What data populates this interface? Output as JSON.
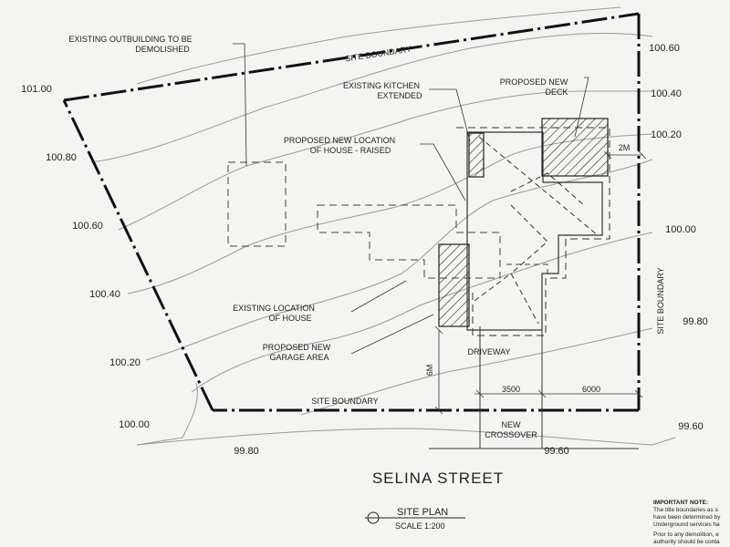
{
  "labels": {
    "site_boundary_top": "SITE BOUNDARY",
    "site_boundary_bottom": "SITE BOUNDARY",
    "site_boundary_right": "SITE BOUNDARY",
    "outbuilding_line1": "EXISTING OUTBUILDING TO BE",
    "outbuilding_line2": "DEMOLISHED",
    "kitchen_line1": "EXISTING KITCHEN",
    "kitchen_line2": "EXTENDED",
    "deck_line1": "PROPOSED NEW",
    "deck_line2": "DECK",
    "new_location_line1": "PROPOSED NEW LOCATION",
    "new_location_line2": "OF HOUSE - RAISED",
    "existing_location_line1": "EXISTING LOCATION",
    "existing_location_line2": "OF HOUSE",
    "garage_line1": "PROPOSED NEW",
    "garage_line2": "GARAGE AREA",
    "driveway": "DRIVEWAY",
    "crossover_line1": "NEW",
    "crossover_line2": "CROSSOVER",
    "dim_2m": "2M",
    "dim_6m": "6M",
    "dim_3500": "3500",
    "dim_6000": "6000"
  },
  "levels": {
    "l101_00": "101.00",
    "l100_80": "100.80",
    "l100_60_left": "100.60",
    "l100_40_left": "100.40",
    "l100_20_left": "100.20",
    "l100_00_left": "100.00",
    "l99_80_bottom": "99.80",
    "l99_60_bottom": "99.60",
    "l99_60_right": "99.60",
    "l99_80_right": "99.80",
    "l100_00_right": "100.00",
    "l100_20_right": "100.20",
    "l100_40_right": "100.40",
    "l100_60_right": "100.60"
  },
  "street_name": "SELINA STREET",
  "title_block": {
    "title": "SITE PLAN",
    "scale": "SCALE 1:200"
  },
  "notes": {
    "heading": "IMPORTANT NOTE:",
    "line1": "The title boundaries as s",
    "line2": "have been determined by",
    "line3": "Underground services ha",
    "line4": "Prior to any demolition, e",
    "line5": "authority should be conta"
  }
}
